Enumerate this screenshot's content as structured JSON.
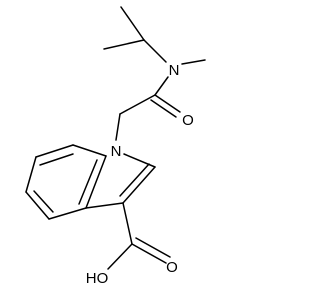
{
  "molecule": {
    "atoms": {
      "n_indole": "N",
      "n_amide": "N",
      "o_amide": "O",
      "o_acid": "O",
      "oh_acid": "HO"
    }
  },
  "colors": {
    "bond": "#000000",
    "label": "#000000",
    "background": "#ffffff"
  }
}
